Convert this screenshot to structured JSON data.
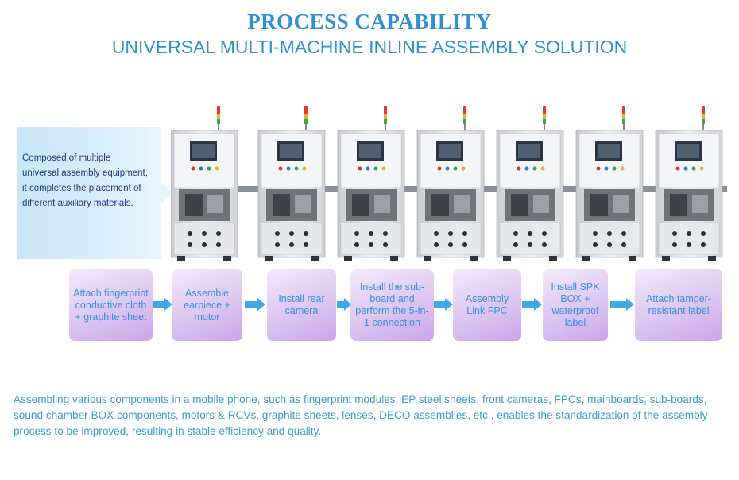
{
  "header": {
    "title": "PROCESS CAPABILITY",
    "subtitle": "UNIVERSAL MULTI-MACHINE INLINE ASSEMBLY SOLUTION"
  },
  "callout": {
    "line1": "Composed of multiple",
    "line2": "universal assembly equipment,",
    "line3": "it completes the placement of",
    "line4": "different auxiliary materials."
  },
  "steps": [
    {
      "label": "Attach fingerprint conductive cloth + graphite sheet"
    },
    {
      "label": "Assemble earpiece + motor"
    },
    {
      "label": "Install rear camera"
    },
    {
      "label": "Install the sub-board and perform the 5-in-1 connection"
    },
    {
      "label": "Assembly Link FPC"
    },
    {
      "label": "Install SPK BOX + waterproof label"
    },
    {
      "label": "Attach tamper-resistant label"
    }
  ],
  "footer": {
    "text": "Assembling various components in a mobile phone, such as fingerprint modules, EP steel sheets, front cameras, FPCs, mainboards, sub-boards, sound chamber BOX components, motors & RCVs, graphite sheets, lenses, DECO assemblies, etc., enables the standardization of the assembly process to be improved, resulting in stable efficiency and quality."
  },
  "colors": {
    "accent": "#2f8fd6",
    "arrow": "#3fa8e6",
    "callout": "#d5ecfa",
    "step_gradient_end": "#c8a6ea"
  }
}
